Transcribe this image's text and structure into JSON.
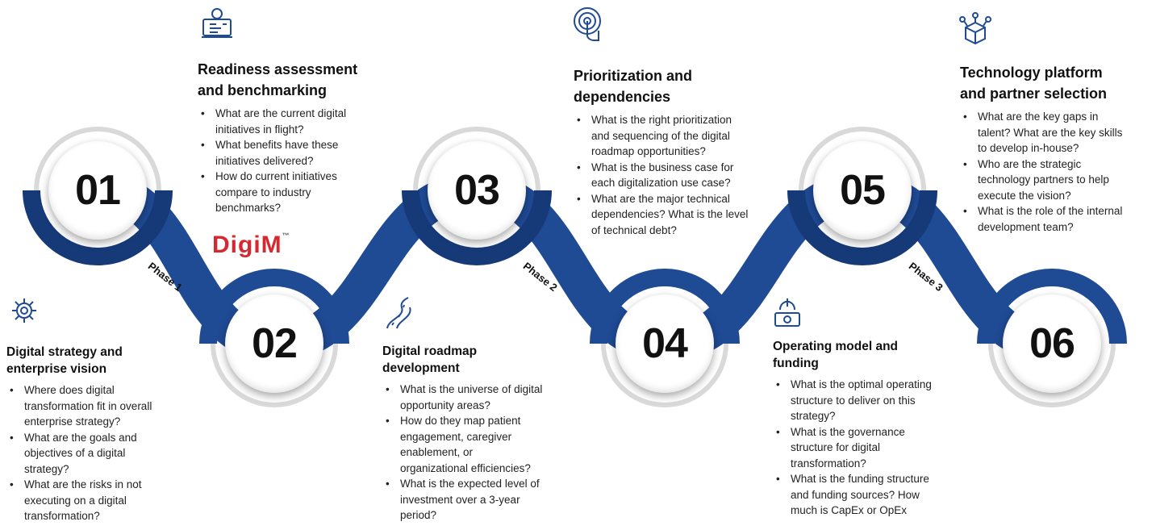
{
  "phases": [
    "Phase 1",
    "Phase 2",
    "Phase 3"
  ],
  "steps": [
    {
      "number": "01",
      "title_lines": [
        "Digital strategy and",
        "enterprise vision"
      ],
      "bullets": [
        [
          "Where does digital",
          "transformation fit in overall",
          "enterprise strategy?"
        ],
        [
          "What are the goals and",
          "objectives of a digital",
          "strategy?"
        ],
        [
          "What are the risks in not",
          "executing on a digital",
          "transformation?"
        ]
      ],
      "icon": "gear-brain-icon"
    },
    {
      "number": "02",
      "title_lines": [
        "Readiness assessment",
        "and benchmarking"
      ],
      "bullets": [
        [
          "What are the current digital",
          "initiatives in flight?"
        ],
        [
          "What benefits have these",
          "initiatives delivered?"
        ],
        [
          "How do current initiatives",
          "compare to industry",
          "benchmarks?"
        ]
      ],
      "icon": "dashboard-laptop-icon"
    },
    {
      "number": "03",
      "title_lines": [
        "Digital roadmap",
        "development"
      ],
      "bullets": [
        [
          "What is the universe of digital",
          "opportunity areas?"
        ],
        [
          "How do they map patient",
          "engagement, caregiver",
          "enablement, or",
          "organizational efficiencies?"
        ],
        [
          "What is the expected level of",
          "investment over a 3-year",
          "period?"
        ]
      ],
      "icon": "road-icon"
    },
    {
      "number": "04",
      "title_lines": [
        "Prioritization and",
        "dependencies"
      ],
      "bullets": [
        [
          "What is the right prioritization",
          "and sequencing of the digital",
          "roadmap opportunities?"
        ],
        [
          "What is the business case for",
          "each digitalization use case?"
        ],
        [
          "What are the major technical",
          "dependencies? What is the level",
          "of technical debt?"
        ]
      ],
      "icon": "target-touch-icon"
    },
    {
      "number": "05",
      "title_lines": [
        "Operating model and",
        "funding"
      ],
      "bullets": [
        [
          "What is the optimal operating",
          "structure to deliver on this",
          "strategy?"
        ],
        [
          "What is the governance",
          "structure for digital",
          "transformation?"
        ],
        [
          "What is the funding structure",
          "and funding sources? How",
          "much is CapEx or OpEx"
        ]
      ],
      "icon": "money-funding-icon"
    },
    {
      "number": "06",
      "title_lines": [
        "Technology platform",
        "and partner selection"
      ],
      "bullets": [
        [
          "What are the key gaps in",
          "talent? What are the key skills",
          "to develop in-house?"
        ],
        [
          "Who are the strategic",
          "technology partners to help",
          "execute the vision?"
        ],
        [
          "What is the role of the internal",
          "development team?"
        ]
      ],
      "icon": "network-cube-icon"
    }
  ],
  "logo": {
    "text": "DigiM",
    "mark": "™"
  },
  "colors": {
    "ribbon": "#1f4a94",
    "ribbon_dark": "#163a78",
    "logo_red": "#d7282f",
    "text": "#111111"
  }
}
